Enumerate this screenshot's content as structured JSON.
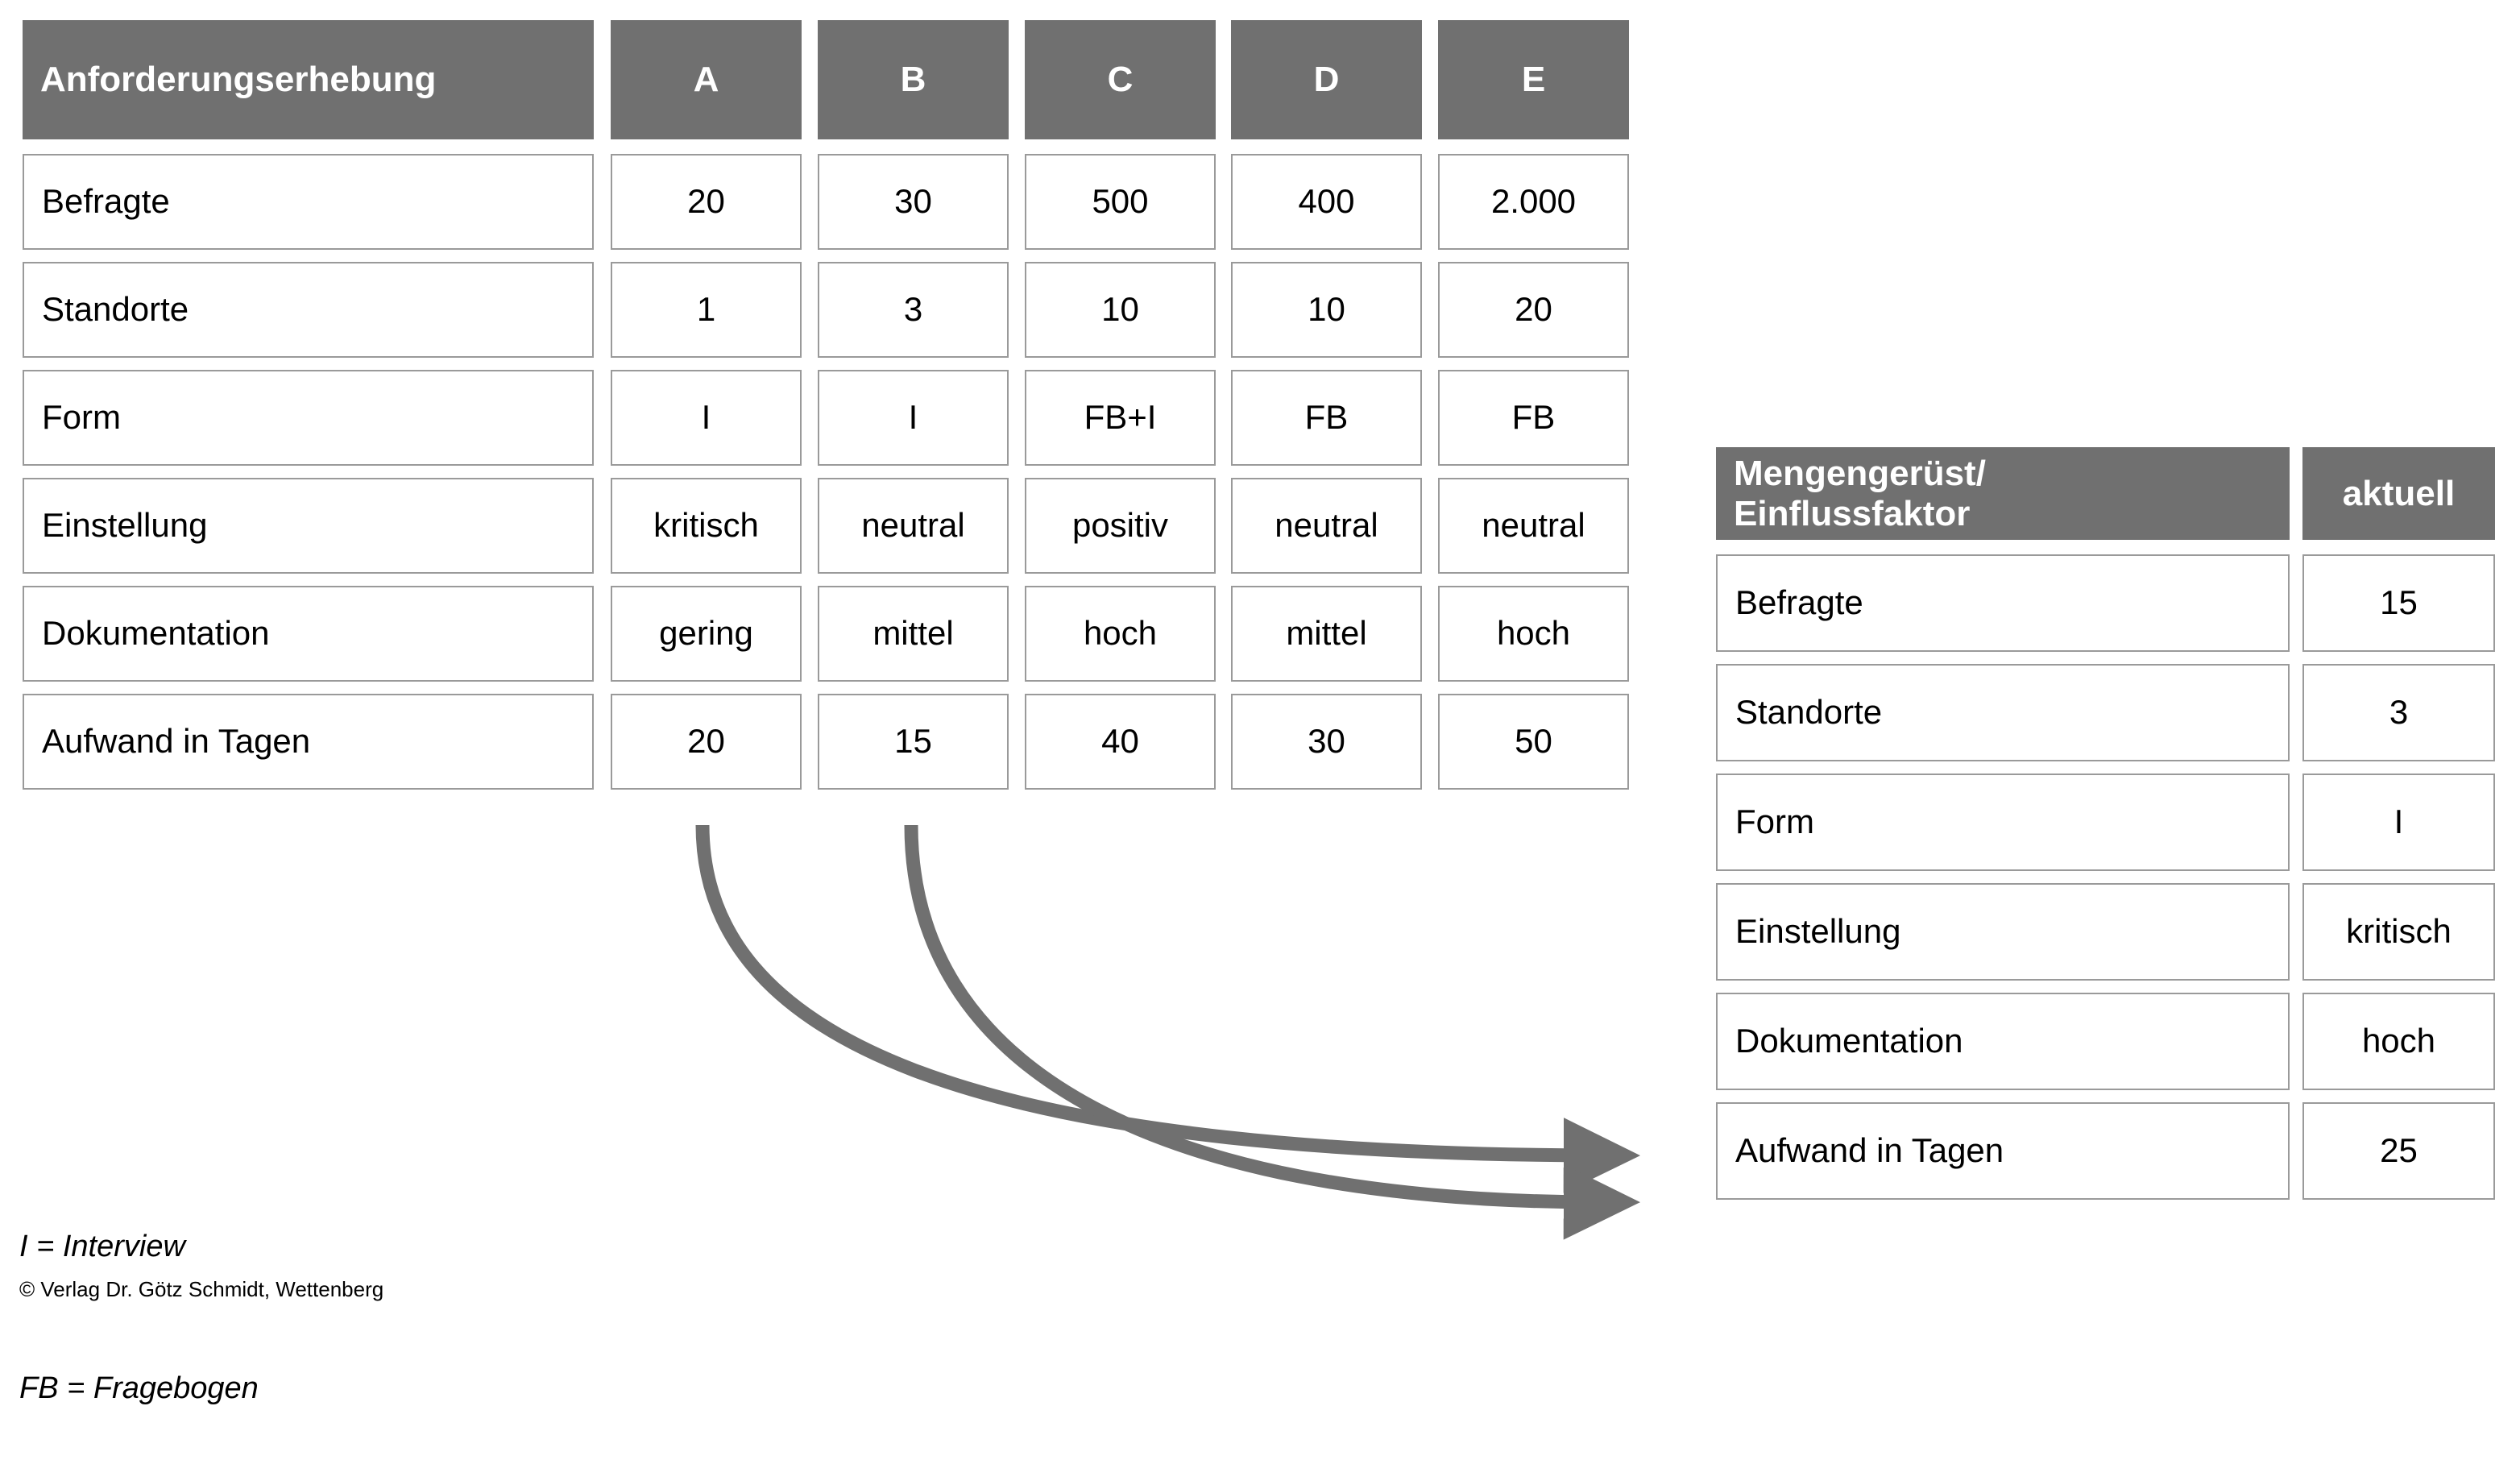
{
  "colors": {
    "header_bg": "#707070",
    "cell_border": "#9a9a9a",
    "arrow": "#707070",
    "text": "#000000",
    "header_text": "#ffffff"
  },
  "left_table": {
    "name": "anforderungserhebung-comparison-table",
    "header": {
      "row_label": "Anforderungserhebung",
      "columns": [
        "A",
        "B",
        "C",
        "D",
        "E"
      ]
    },
    "rows": [
      {
        "label": "Befragte",
        "values": [
          "20",
          "30",
          "500",
          "400",
          "2.000"
        ]
      },
      {
        "label": "Standorte",
        "values": [
          "1",
          "3",
          "10",
          "10",
          "20"
        ]
      },
      {
        "label": "Form",
        "values": [
          "I",
          "I",
          "FB+I",
          "FB",
          "FB"
        ]
      },
      {
        "label": "Einstellung",
        "values": [
          "kritisch",
          "neutral",
          "positiv",
          "neutral",
          "neutral"
        ]
      },
      {
        "label": "Dokumentation",
        "values": [
          "gering",
          "mittel",
          "hoch",
          "mittel",
          "hoch"
        ]
      },
      {
        "label": "Aufwand in Tagen",
        "values": [
          "20",
          "15",
          "40",
          "30",
          "50"
        ]
      }
    ]
  },
  "right_table": {
    "name": "mengengeruest-einflussfaktor-table",
    "header": {
      "row_label_line1": "Mengengerüst/",
      "row_label_line2": "Einflussfaktor",
      "value_column": "aktuell"
    },
    "rows": [
      {
        "label": "Befragte",
        "value": "15"
      },
      {
        "label": "Standorte",
        "value": "3"
      },
      {
        "label": "Form",
        "value": "I"
      },
      {
        "label": "Einstellung",
        "value": "kritisch"
      },
      {
        "label": "Dokumentation",
        "value": "hoch"
      },
      {
        "label": "Aufwand in Tagen",
        "value": "25"
      }
    ]
  },
  "legend": {
    "line1": "I = Interview",
    "line2": "FB = Fragebogen"
  },
  "copyright": "© Verlag Dr. Götz Schmidt, Wettenberg",
  "arrows": [
    {
      "name": "arrow-from-column-a",
      "from_column": "A",
      "to": "Aufwand in Tagen"
    },
    {
      "name": "arrow-from-column-b",
      "from_column": "B",
      "to": "Aufwand in Tagen"
    }
  ]
}
